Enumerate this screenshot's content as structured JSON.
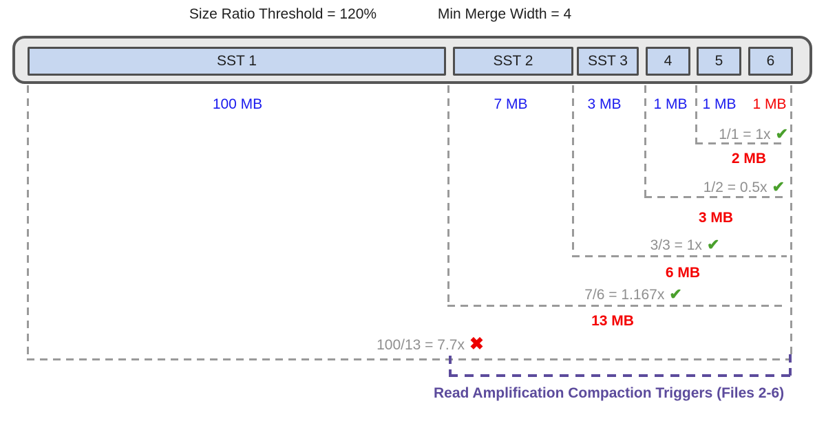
{
  "title": {
    "size_ratio_threshold": "Size Ratio Threshold = 120%",
    "min_merge_width": "Min Merge Width = 4"
  },
  "sst_files": [
    {
      "name": "SST 1",
      "size": "100 MB",
      "size_color": "blue"
    },
    {
      "name": "SST 2",
      "size": "7 MB",
      "size_color": "blue"
    },
    {
      "name": "SST 3",
      "size": "3 MB",
      "size_color": "blue"
    },
    {
      "name": "4",
      "size": "1 MB",
      "size_color": "blue"
    },
    {
      "name": "5",
      "size": "1 MB",
      "size_color": "blue"
    },
    {
      "name": "6",
      "size": "1 MB",
      "size_color": "red"
    }
  ],
  "ratio_checks": [
    {
      "expression": "1/1 = 1x",
      "result": "pass",
      "merged_total": "2 MB"
    },
    {
      "expression": "1/2 = 0.5x",
      "result": "pass",
      "merged_total": "3 MB"
    },
    {
      "expression": "3/3 = 1x",
      "result": "pass",
      "merged_total": "6 MB"
    },
    {
      "expression": "7/6 = 1.167x",
      "result": "pass",
      "merged_total": "13 MB"
    },
    {
      "expression": "100/13 = 7.7x",
      "result": "fail",
      "merged_total": ""
    }
  ],
  "glyphs": {
    "pass": "✔",
    "fail": "✖"
  },
  "footer": {
    "caption": "Read Amplification Compaction Triggers (Files 2-6)"
  },
  "colors": {
    "size_label_blue": "#1a1aee",
    "alert_red": "#f40000",
    "ratio_gray": "#8f8f8f",
    "check_green": "#4aa02c",
    "bracket_gray": "#9a9a9a",
    "trigger_purple": "#5c4b9c",
    "sst_fill": "#c7d7f0",
    "sst_border": "#4f4f4f",
    "container_fill": "#e9e9e9",
    "container_border": "#565656"
  }
}
